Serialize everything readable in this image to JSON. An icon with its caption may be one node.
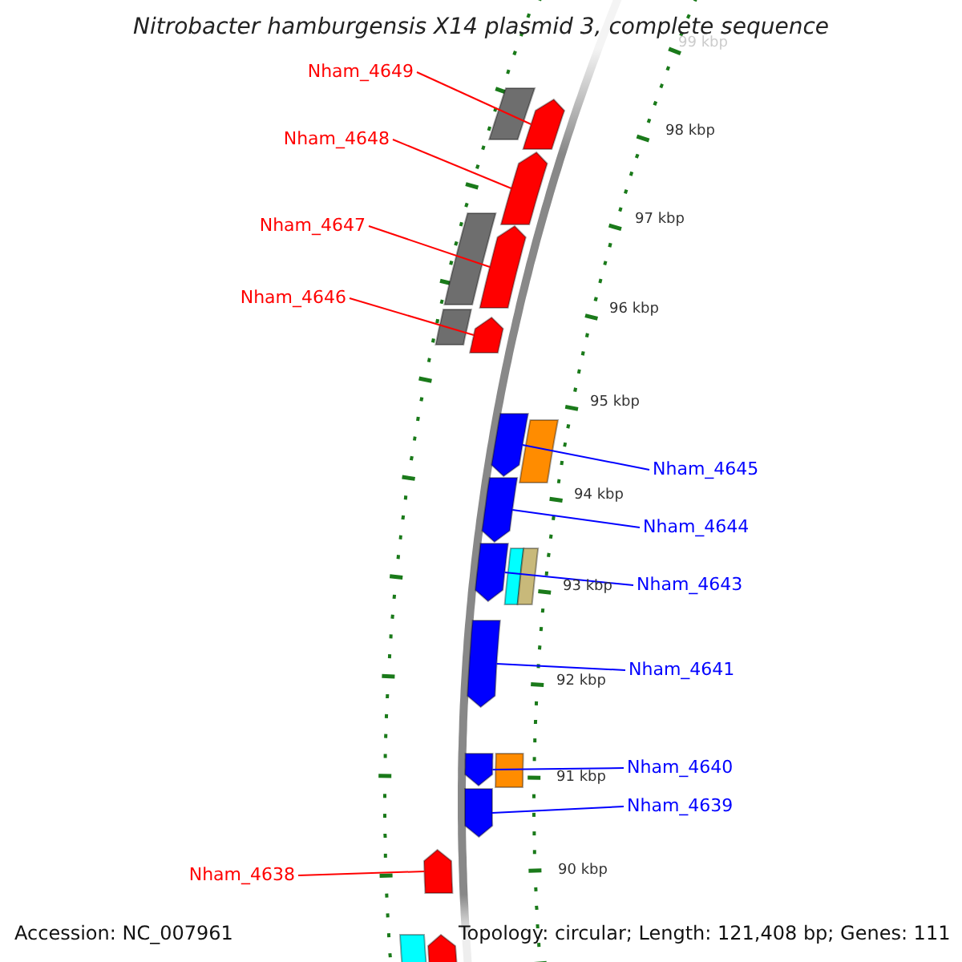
{
  "diagram": {
    "title": "Nitrobacter hamburgensis X14 plasmid 3, complete sequence",
    "nodes": [
      {
        "text": [
          "Nham_4649"
        ]
      },
      {
        "text": [
          "Nham_4648"
        ]
      },
      {
        "text": [
          "Nham_4647"
        ]
      },
      {
        "text": [
          "Nham_4646"
        ]
      },
      {
        "text": [
          "Nham_4645"
        ]
      },
      {
        "text": [
          "Nham_4644"
        ]
      },
      {
        "text": [
          "Nham_4643"
        ]
      },
      {
        "text": [
          "Nham_4641"
        ]
      },
      {
        "text": [
          "Nham_4640"
        ]
      },
      {
        "text": [
          "Nham_4639"
        ]
      },
      {
        "text": [
          "Nham_4638"
        ]
      },
      {
        "text": [],
        "shape": "box"
      },
      {
        "text": [],
        "shape": "arrow"
      },
      {
        "text": [],
        "shape": "arrow"
      },
      {
        "text": [],
        "shape": "box"
      },
      {
        "text": [],
        "shape": "arrow"
      },
      {
        "text": [],
        "shape": "box"
      },
      {
        "text": [],
        "shape": "arrow"
      },
      {
        "text": [],
        "shape": "arrow"
      },
      {
        "text": [],
        "shape": "box"
      },
      {
        "text": [],
        "shape": "arrow"
      },
      {
        "text": [],
        "shape": "arrow"
      },
      {
        "text": [],
        "shape": "box"
      },
      {
        "text": [],
        "shape": "box"
      },
      {
        "text": [],
        "shape": "arrow"
      },
      {
        "text": [],
        "shape": "box"
      },
      {
        "text": [],
        "shape": "arrow"
      },
      {
        "text": [],
        "shape": "arrow"
      },
      {
        "text": [],
        "shape": "arrow"
      },
      {
        "text": [],
        "shape": "box"
      },
      {
        "text": [],
        "shape": "arrow"
      }
    ],
    "edges": [
      {
        "from": 0,
        "to": 12,
        "arrow": "none",
        "color": "#ff0000"
      },
      {
        "from": 1,
        "to": 13,
        "arrow": "none",
        "color": "#ff0000"
      },
      {
        "from": 2,
        "to": 15,
        "arrow": "none",
        "color": "#ff0000"
      },
      {
        "from": 3,
        "to": 17,
        "arrow": "none",
        "color": "#ff0000"
      },
      {
        "from": 4,
        "to": 18,
        "arrow": "none"
      },
      {
        "from": 5,
        "to": 20,
        "arrow": "none"
      },
      {
        "from": 6,
        "to": 21,
        "arrow": "none"
      },
      {
        "from": 7,
        "to": 24,
        "arrow": "none"
      },
      {
        "from": 8,
        "to": 26,
        "arrow": "none"
      },
      {
        "from": 9,
        "to": 27,
        "arrow": "none"
      },
      {
        "from": 10,
        "to": 28,
        "arrow": "none",
        "color": "#ff0000"
      }
    ],
    "labels": [
      "99 kbp",
      "98 kbp",
      "97 kbp",
      "96 kbp",
      "95 kbp",
      "94 kbp",
      "93 kbp",
      "92 kbp",
      "91 kbp",
      "90 kbp",
      "Accession: NC_007961",
      "Topology: circular; Length: 121,408 bp; Genes: 111"
    ]
  }
}
